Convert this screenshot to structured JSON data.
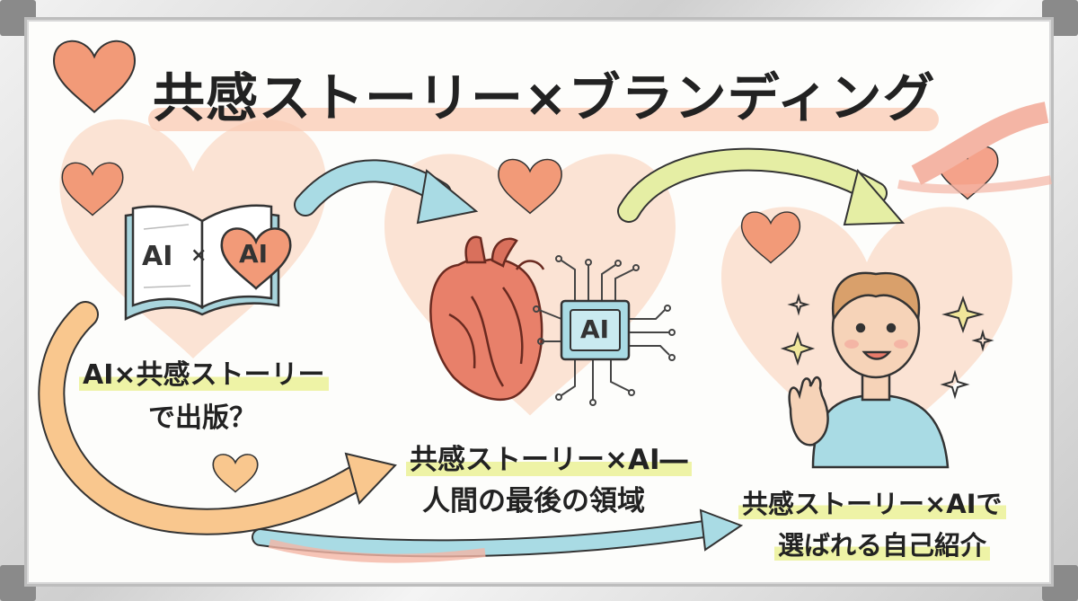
{
  "title": "共感ストーリー×ブランディング",
  "panels": [
    {
      "book_left": "AI",
      "book_times": "×",
      "book_heart": "AI",
      "caption_line1": "AI×共感ストーリー",
      "caption_line2": "で出版？"
    },
    {
      "chip_label": "AI",
      "caption_line1": "共感ストーリー×AI―",
      "caption_line2": "人間の最後の領域"
    },
    {
      "caption_line1": "共感ストーリー×AIで",
      "caption_line2": "選ばれる自己紹介"
    }
  ],
  "colors": {
    "heart": "#f29a78",
    "panel_heart": "#fbe3d4",
    "arrow_blue": "#a9dbe4",
    "arrow_green": "#e5eea4",
    "arrow_orange": "#f9c78e",
    "arrow_pink": "#f4b5a5",
    "highlight": "#eef3a6"
  },
  "icons": [
    "heart-icon",
    "book-icon",
    "anatomical-heart-icon",
    "ai-chip-icon",
    "person-waving-icon",
    "sparkle-icon",
    "arrow-icon"
  ]
}
